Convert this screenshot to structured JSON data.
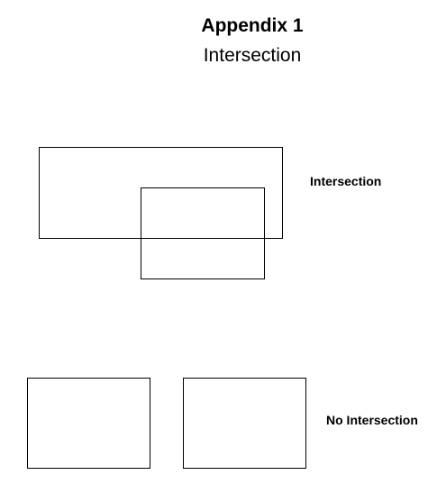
{
  "heading": {
    "title": "Appendix 1",
    "subtitle": "Intersection"
  },
  "examples": {
    "intersection_label": "Intersection",
    "no_intersection_label": "No Intersection"
  },
  "colors": {
    "background": "#ffffff",
    "stroke": "#000000",
    "text": "#000000"
  }
}
